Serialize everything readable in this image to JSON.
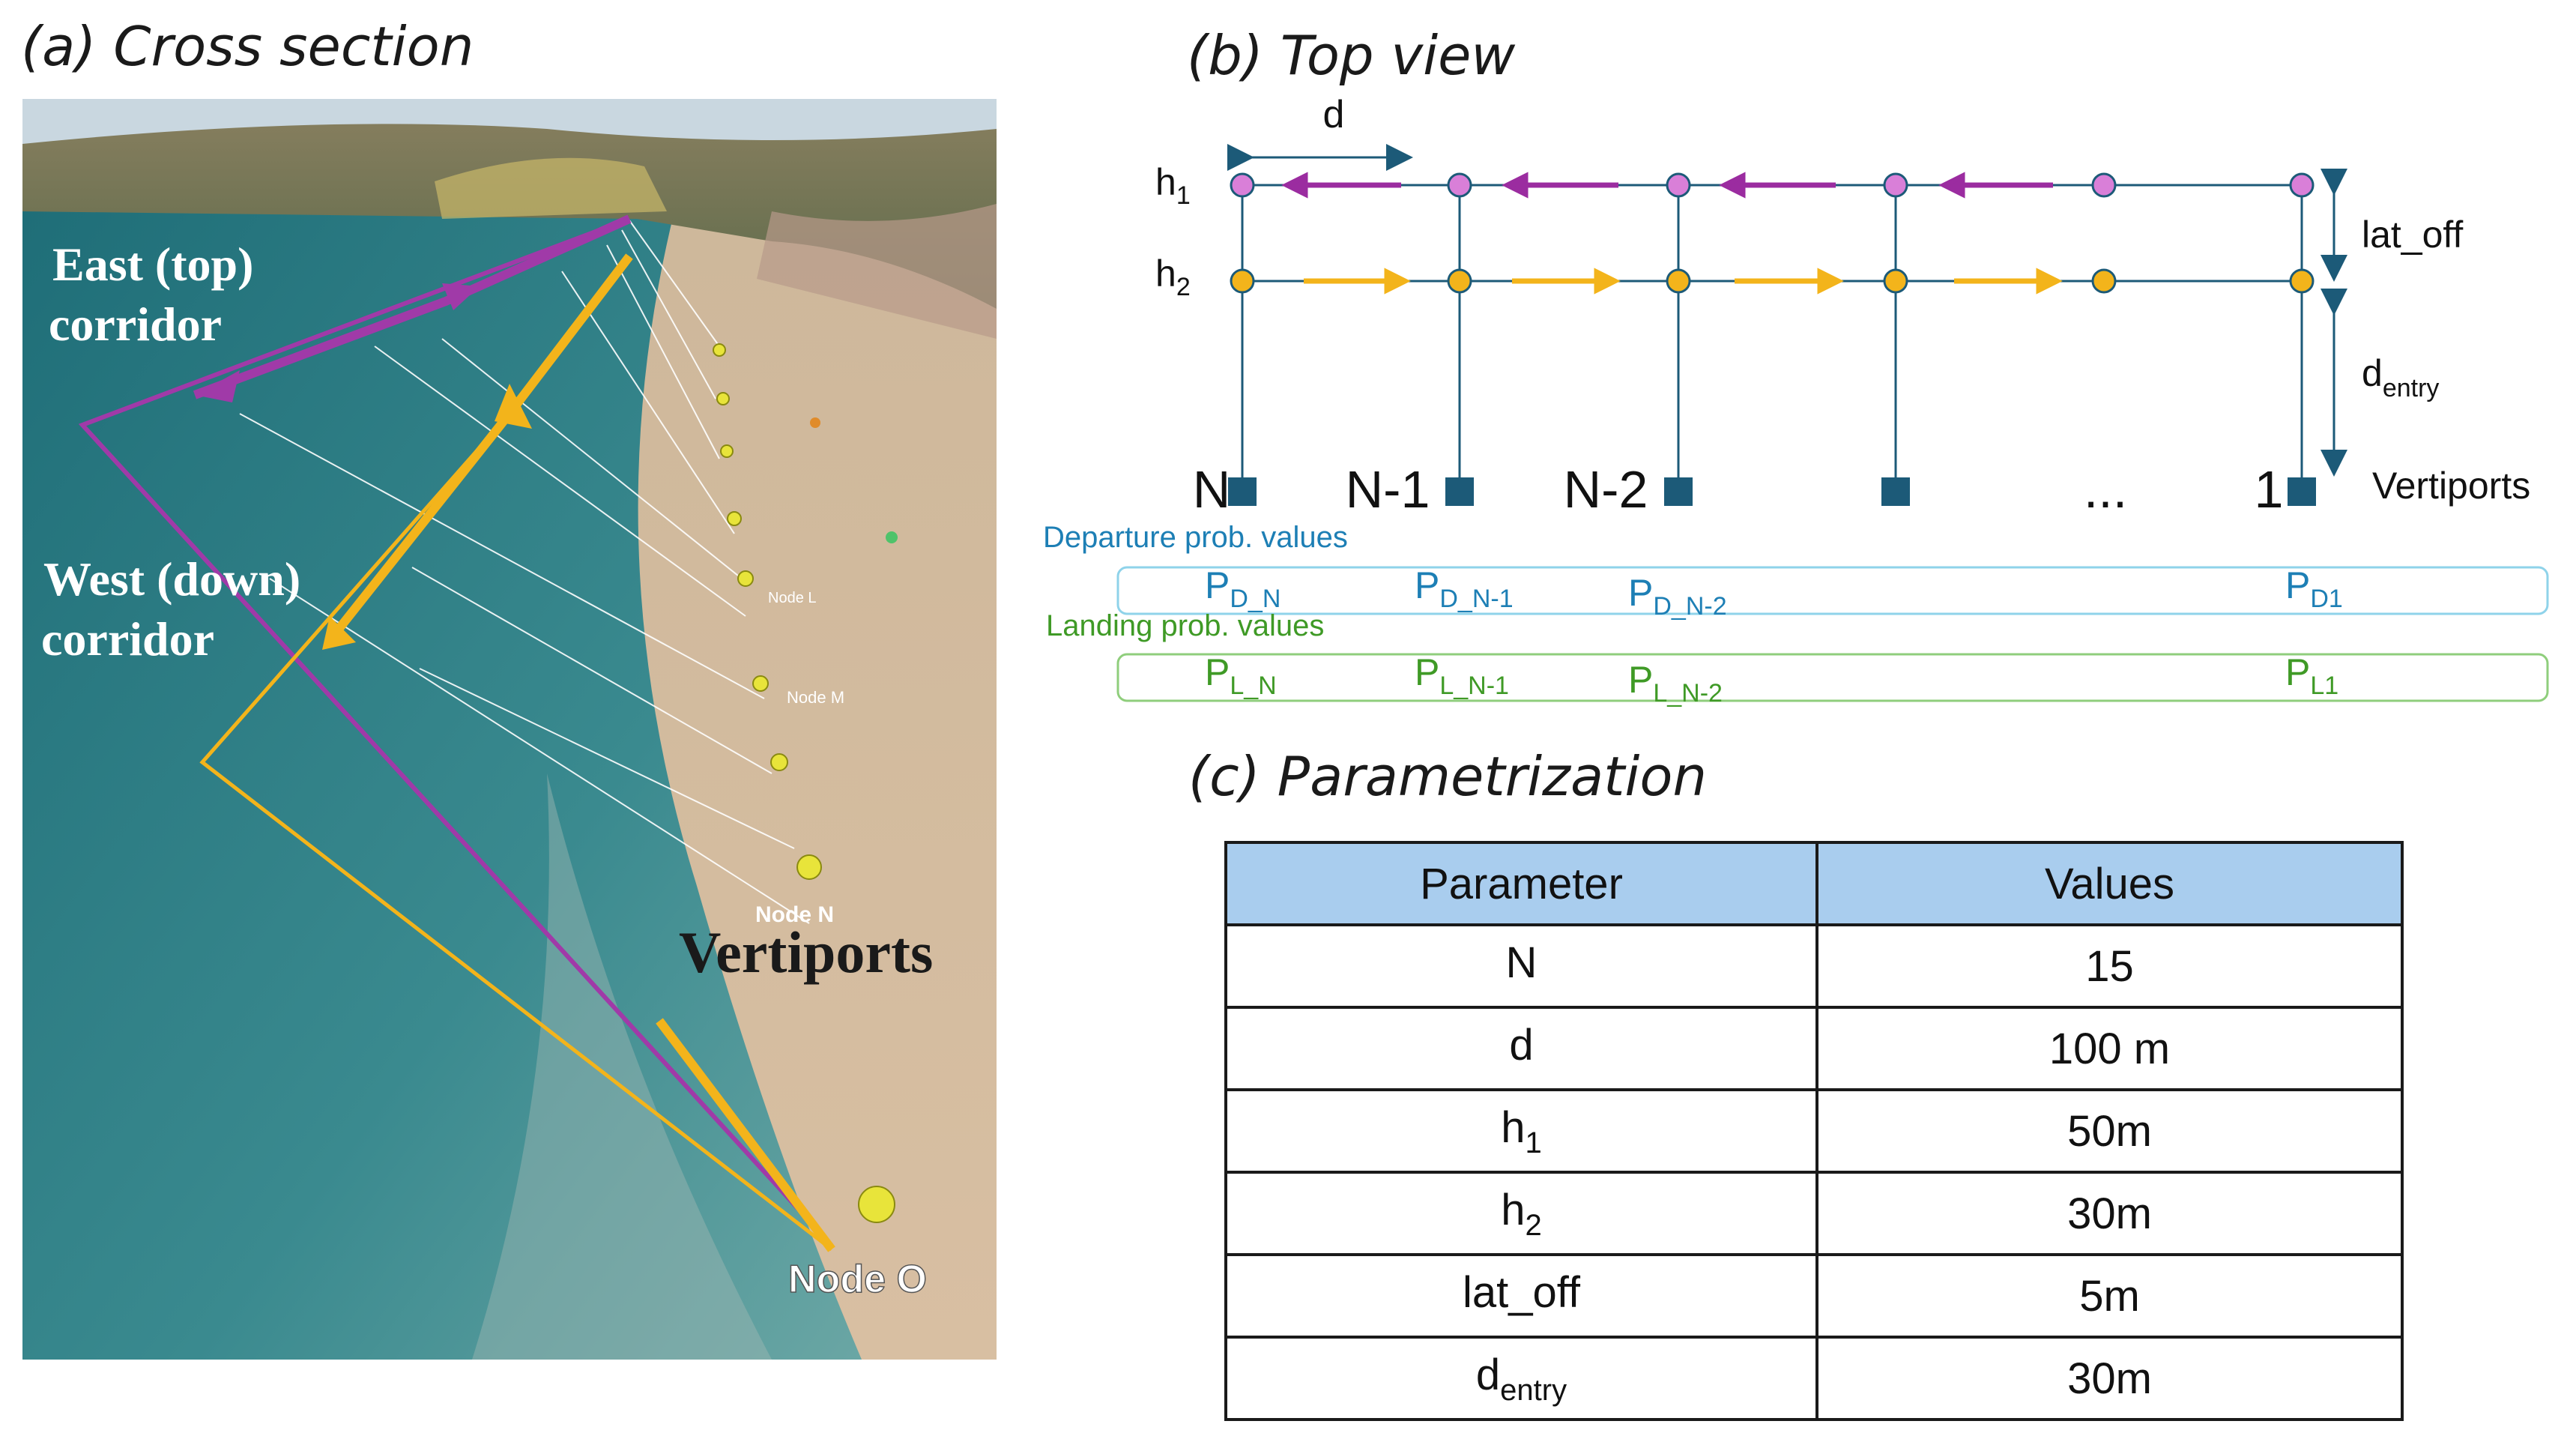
{
  "panels": {
    "a_title": "(a) Cross section",
    "b_title": "(b) Top view",
    "c_title": "(c) Parametrization"
  },
  "cross_section": {
    "east_corridor_line1": "East (top)",
    "east_corridor_line2": "corridor",
    "west_corridor_line1": "West (down)",
    "west_corridor_line2": "corridor",
    "vertiports_label": "Vertiports",
    "nodes": [
      "Node L",
      "Node M",
      "Node N",
      "Node O"
    ],
    "colors": {
      "east": "#a03aa8",
      "west": "#f3b41b",
      "sea": "#2e7f8a",
      "sand": "#d7bea0"
    }
  },
  "top_view": {
    "d_label": "d",
    "h1_label": "h",
    "h1_sub": "1",
    "h2_label": "h",
    "h2_sub": "2",
    "lat_off_label": "lat_off",
    "d_entry_label": "d",
    "d_entry_sub": "entry",
    "vertiport_labels": [
      "N",
      "N-1",
      "N-2",
      "",
      "...",
      "1"
    ],
    "vertiports_word": "Vertiports",
    "departure_title": "Departure prob. values",
    "landing_title": "Landing prob. values",
    "departure_values": [
      {
        "base": "P",
        "sub": "D_N"
      },
      {
        "base": "P",
        "sub": "D_N-1"
      },
      {
        "base": "P",
        "sub": "D_N-2"
      },
      {
        "base": "P",
        "sub": "D1"
      }
    ],
    "landing_values": [
      {
        "base": "P",
        "sub": "L_N"
      },
      {
        "base": "P",
        "sub": "L_N-1"
      },
      {
        "base": "P",
        "sub": "L_N-2"
      },
      {
        "base": "P",
        "sub": "L1"
      }
    ],
    "colors": {
      "h1_node": "#d97fd8",
      "h2_node": "#f3b41b",
      "line": "#1c5a78",
      "vertiport": "#1c5a78",
      "h1_arrow": "#9b2ca0",
      "h2_arrow": "#f3b41b",
      "departure": "#1d7fb5",
      "departure_box": "#8fd3ea",
      "landing": "#3f9a26",
      "landing_box": "#8fce7c"
    }
  },
  "parametrization": {
    "header_param": "Parameter",
    "header_values": "Values",
    "rows": [
      {
        "param": "N",
        "sub": "",
        "value": "15"
      },
      {
        "param": "d",
        "sub": "",
        "value": "100 m"
      },
      {
        "param": "h",
        "sub": "1",
        "value": "50m"
      },
      {
        "param": "h",
        "sub": "2",
        "value": "30m"
      },
      {
        "param": "lat_off",
        "sub": "",
        "value": "5m"
      },
      {
        "param": "d",
        "sub": "entry",
        "value": "30m"
      }
    ]
  }
}
